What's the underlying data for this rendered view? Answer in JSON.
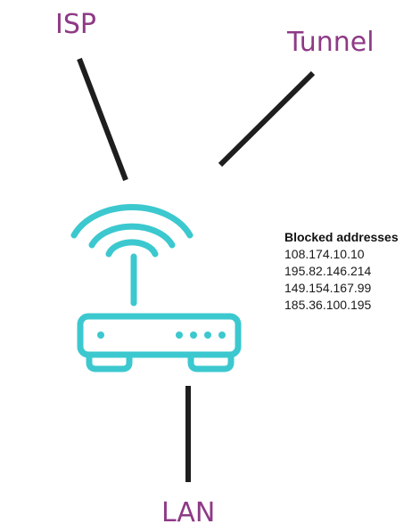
{
  "nodes": {
    "isp": "ISP",
    "tunnel": "Tunnel",
    "lan": "LAN"
  },
  "blocked": {
    "title": "Blocked addresses",
    "addresses": [
      "108.174.10.10",
      "195.82.146.214",
      "149.154.167.99",
      "185.36.100.195"
    ]
  },
  "colors": {
    "label": "#8e3a86",
    "router": "#3cc8cf",
    "connector": "#1e1e1e"
  },
  "icons": {
    "router": "wifi-router-icon"
  }
}
